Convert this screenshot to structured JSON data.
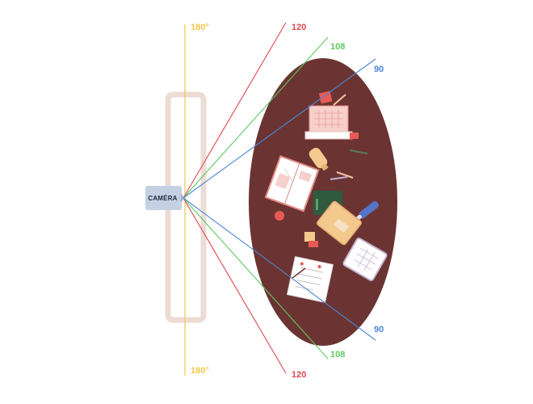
{
  "camera": {
    "label": "CAMÉRA"
  },
  "angles": [
    {
      "name": "180",
      "label": "180°",
      "color": "#f3c64a"
    },
    {
      "name": "120",
      "label": "120",
      "color": "#e0474f"
    },
    {
      "name": "108",
      "label": "108",
      "color": "#5fc862"
    },
    {
      "name": "90",
      "label": "90",
      "color": "#4a86d6"
    }
  ],
  "palette": {
    "table": "#6b3432",
    "frame": "#ecdcd4",
    "camera_box": "#c5d0e2"
  }
}
